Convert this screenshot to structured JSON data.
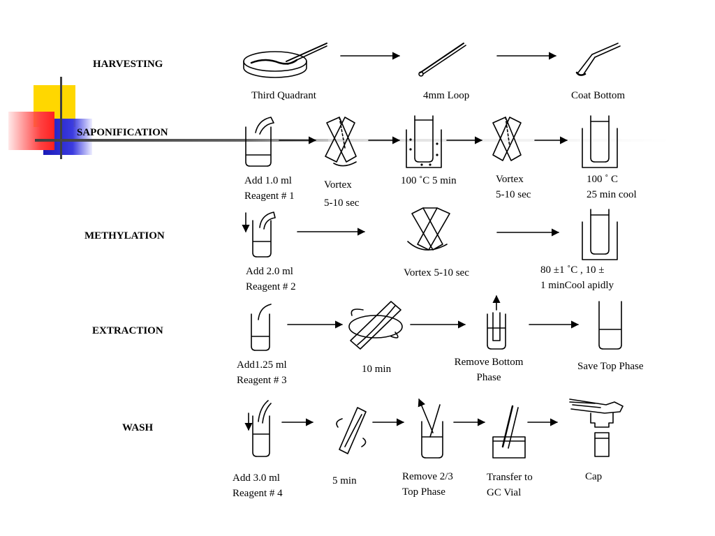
{
  "stages": {
    "harvesting": "HARVESTING",
    "saponification": "SAPONIFICATION",
    "methylation": "METHYLATION",
    "extraction": "EXTRACTION",
    "wash": "WASH"
  },
  "steps": {
    "harvesting": [
      "Third Quadrant",
      "4mm Loop",
      "Coat Bottom"
    ],
    "saponification": {
      "s1": [
        "Add 1.0 ml",
        "Reagent  # 1"
      ],
      "s2": [
        "Vortex",
        "5-10 sec"
      ],
      "s3": "100 ˚C 5 min",
      "s4": [
        "Vortex",
        "5-10 sec"
      ],
      "s5": [
        "100  ˚ C",
        "25 min cool"
      ]
    },
    "methylation": {
      "s1": [
        "Add 2.0 ml",
        "Reagent  # 2"
      ],
      "s2": "Vortex 5-10 sec",
      "s3": [
        "80  ±1 ˚C ,   10  ±",
        "1 minCool    apidly"
      ]
    },
    "extraction": {
      "s1": [
        "Add1.25 ml",
        "Reagent  # 3"
      ],
      "s2": "10 min",
      "s3": [
        "Remove Bottom",
        "Phase"
      ],
      "s4": "Save Top Phase"
    },
    "wash": {
      "s1": [
        "Add 3.0 ml",
        "Reagent  # 4"
      ],
      "s2": "5 min",
      "s3": [
        "Remove 2/3",
        "Top Phase"
      ],
      "s4": [
        "Transfer to",
        "GC Vial"
      ],
      "s5": "Cap"
    }
  },
  "icons": {
    "petri_dish": "petri-dish-icon",
    "loop": "inoculating-loop-icon",
    "tube": "test-tube-icon",
    "vortex": "vortex-tubes-icon",
    "water_bath": "water-bath-icon",
    "pipette": "pipette-icon",
    "vial": "gc-vial-icon",
    "crimper": "crimper-cap-icon",
    "arrow": "right-arrow-icon"
  },
  "colors": {
    "deco_yellow": "#ffd700",
    "deco_red": "#ff3030",
    "deco_blue": "#2020c0",
    "deco_line": "#404040"
  }
}
